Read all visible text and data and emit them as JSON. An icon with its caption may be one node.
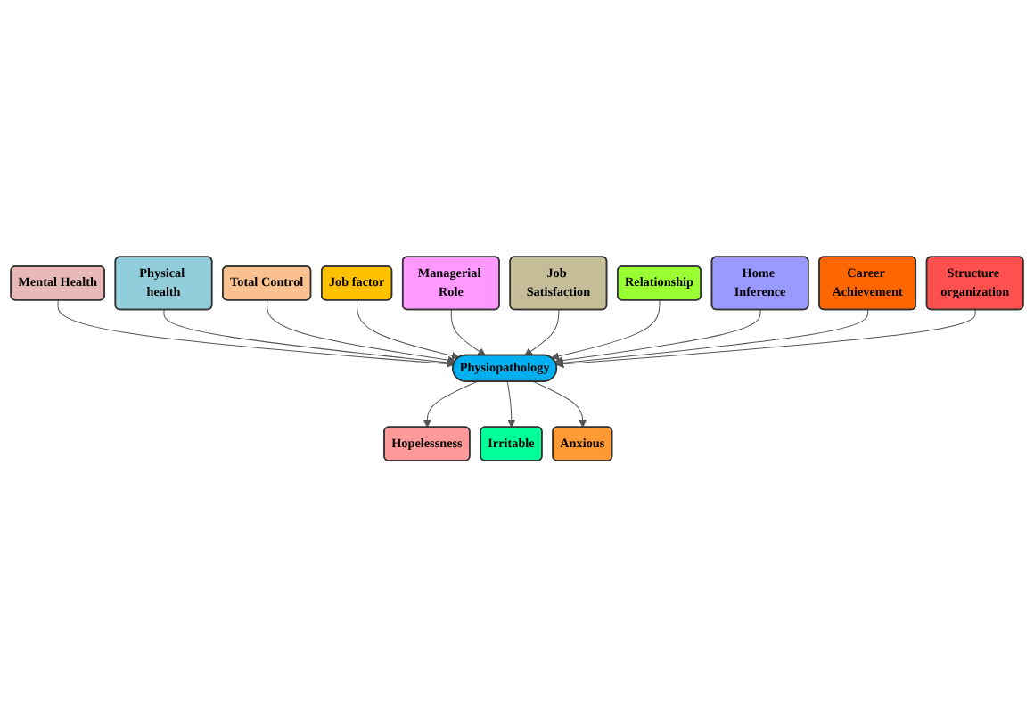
{
  "diagram": {
    "nodes": [
      {
        "text": [
          "Physiopathology"
        ]
      },
      {
        "text": [
          "Mental Health"
        ]
      },
      {
        "text": [
          "Physical health"
        ]
      },
      {
        "text": [
          "Total Control"
        ]
      },
      {
        "text": [
          "Job factor"
        ]
      },
      {
        "text": [
          "Managerial Role"
        ]
      },
      {
        "text": [
          "Job Satisfaction"
        ]
      },
      {
        "text": [
          "Relationship"
        ]
      },
      {
        "text": [
          "Home Inference"
        ]
      },
      {
        "text": [
          "Career Achievement"
        ]
      },
      {
        "text": [
          "Structure organization"
        ]
      },
      {
        "text": [
          "Hopelessness"
        ]
      },
      {
        "text": [
          "Irritable"
        ]
      },
      {
        "text": [
          "Anxious"
        ]
      }
    ],
    "edges": [
      {
        "from": 1,
        "to": 0,
        "arrow": "to"
      },
      {
        "from": 2,
        "to": 0,
        "arrow": "to"
      },
      {
        "from": 3,
        "to": 0,
        "arrow": "to"
      },
      {
        "from": 4,
        "to": 0,
        "arrow": "to"
      },
      {
        "from": 5,
        "to": 0,
        "arrow": "to"
      },
      {
        "from": 6,
        "to": 0,
        "arrow": "to"
      },
      {
        "from": 7,
        "to": 0,
        "arrow": "to"
      },
      {
        "from": 8,
        "to": 0,
        "arrow": "to"
      },
      {
        "from": 9,
        "to": 0,
        "arrow": "to"
      },
      {
        "from": 10,
        "to": 0,
        "arrow": "to"
      },
      {
        "from": 0,
        "to": 11,
        "arrow": "to"
      },
      {
        "from": 0,
        "to": 12,
        "arrow": "to"
      },
      {
        "from": 0,
        "to": 13,
        "arrow": "to"
      }
    ]
  }
}
